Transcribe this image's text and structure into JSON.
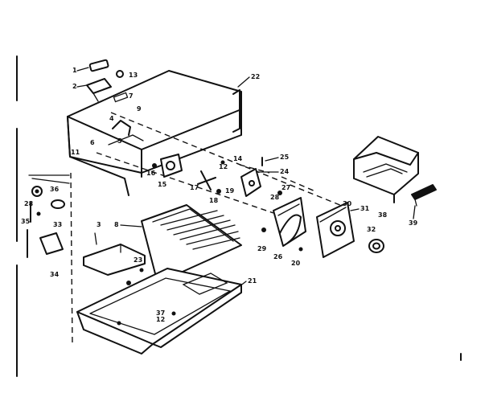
{
  "part_labels": {
    "p1": "1",
    "p2": "2",
    "p3": "3",
    "p4": "4",
    "p5": "5",
    "p6": "6",
    "p7": "7",
    "p8": "8",
    "p9": "9",
    "p11": "11",
    "p12": "12",
    "p13": "13",
    "p14": "14",
    "p15": "15",
    "p16": "16",
    "p17": "17",
    "p18": "18",
    "p19": "19",
    "p20": "20",
    "p21": "21",
    "p22": "22",
    "p23": "23",
    "p24": "24",
    "p25": "25",
    "p26": "26",
    "p27": "27",
    "p28": "28",
    "p29": "29",
    "p30": "30",
    "p31": "31",
    "p32": "32",
    "p33": "33",
    "p34": "34",
    "p35": "35",
    "p36": "36",
    "p37": "37",
    "p38": "38",
    "p39": "39"
  }
}
